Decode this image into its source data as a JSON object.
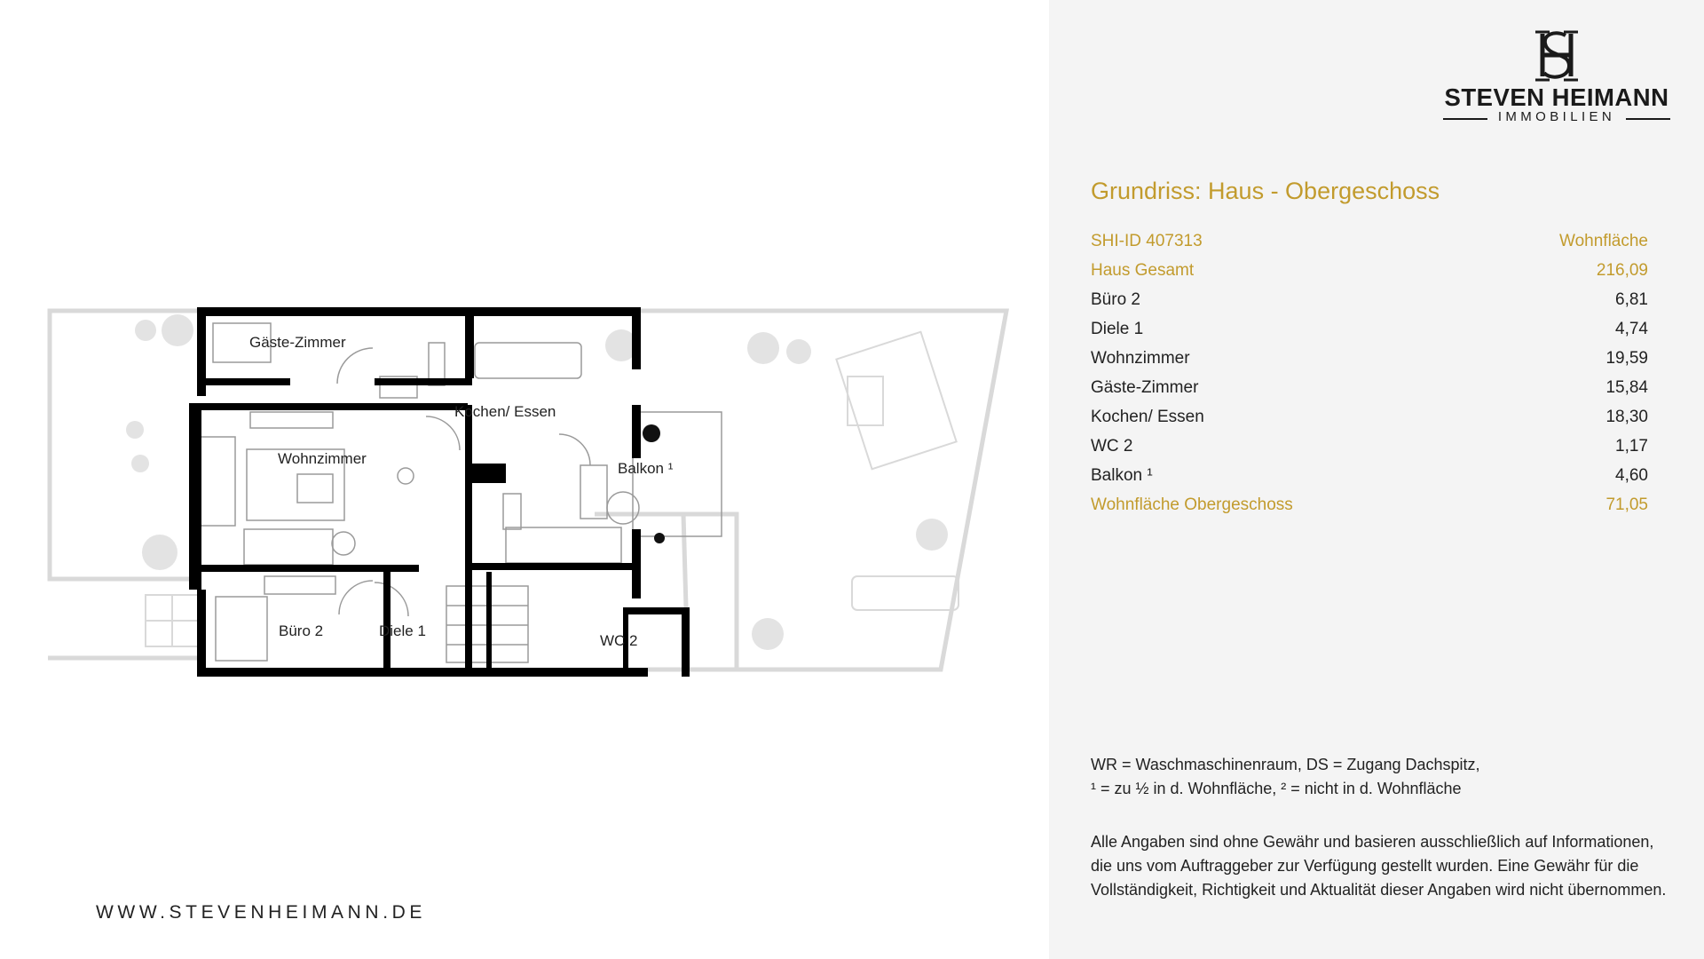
{
  "plan": {
    "rooms": [
      {
        "label": "Gäste-Zimmer"
      },
      {
        "label": "Kochen/ Essen"
      },
      {
        "label": "Wohnzimmer"
      },
      {
        "label": "Balkon ¹"
      },
      {
        "label": "Büro 2"
      },
      {
        "label": "Diele 1"
      },
      {
        "label": "WC 2"
      }
    ]
  },
  "website": "WWW.STEVENHEIMANN.DE",
  "logo": {
    "brand": "STEVEN HEIMANN",
    "sub": "IMMOBILIEN"
  },
  "panel": {
    "title": "Grundriss: Haus - Obergeschoss",
    "header_row": {
      "label": "SHI-ID 407313",
      "value": "Wohnfläche"
    },
    "total_row": {
      "label": "Haus Gesamt",
      "value": "216,09"
    },
    "rooms": [
      {
        "label": "Büro 2",
        "value": "6,81"
      },
      {
        "label": "Diele 1",
        "value": "4,74"
      },
      {
        "label": "Wohnzimmer",
        "value": "19,59"
      },
      {
        "label": "Gäste-Zimmer",
        "value": "15,84"
      },
      {
        "label": "Kochen/ Essen",
        "value": "18,30"
      },
      {
        "label": "WC 2",
        "value": "1,17"
      },
      {
        "label": "Balkon ¹",
        "value": "4,60"
      }
    ],
    "floor_total": {
      "label": "Wohnfläche Obergeschoss",
      "value": "71,05"
    },
    "footnote_line1": "WR = Waschmaschinenraum, DS = Zugang Dachspitz,",
    "footnote_line2": "¹ = zu ½ in d. Wohnfläche, ² = nicht in d. Wohnfläche",
    "disclaimer": "Alle Angaben sind ohne Gewähr und basieren ausschließlich auf Informationen, die uns vom Auftraggeber zur Verfügung gestellt wurden. Eine Gewähr für die Vollständigkeit, Richtigkeit und Aktualität dieser Angaben wird nicht übernommen."
  },
  "colors": {
    "accent": "#c29b2d",
    "panel_bg": "#f4f4f4",
    "wall": "#000000",
    "outline": "#d9d9d9"
  }
}
